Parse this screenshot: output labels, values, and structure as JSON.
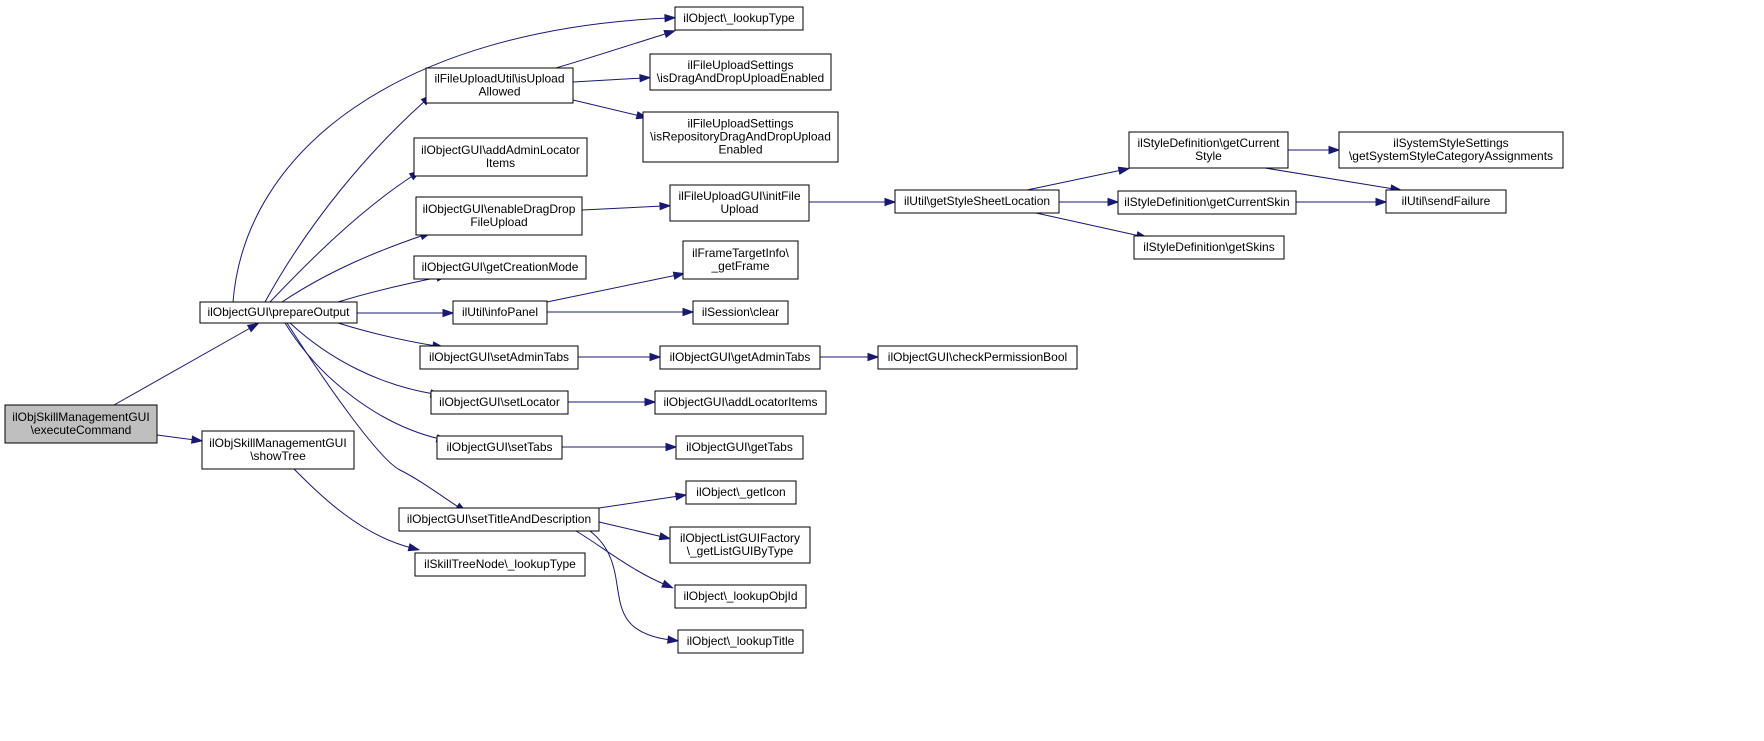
{
  "colors": {
    "edge": "#191970",
    "root_fill": "#bfbfbf",
    "node_fill": "#ffffff",
    "node_border": "#000000"
  },
  "nodes": [
    {
      "id": "n0",
      "lines": [
        "ilObjSkillManagementGUI",
        "\\executeCommand"
      ],
      "root": true
    },
    {
      "id": "n1",
      "lines": [
        "ilObjectGUI\\prepareOutput"
      ]
    },
    {
      "id": "n2",
      "lines": [
        "ilObjSkillManagementGUI",
        "\\showTree"
      ]
    },
    {
      "id": "n3",
      "lines": [
        "ilObject\\_lookupType"
      ]
    },
    {
      "id": "n4",
      "lines": [
        "ilFileUploadUtil\\isUpload",
        "Allowed"
      ]
    },
    {
      "id": "n5",
      "lines": [
        "ilObjectGUI\\addAdminLocator",
        "Items"
      ]
    },
    {
      "id": "n6",
      "lines": [
        "ilObjectGUI\\enableDragDrop",
        "FileUpload"
      ]
    },
    {
      "id": "n7",
      "lines": [
        "ilObjectGUI\\getCreationMode"
      ]
    },
    {
      "id": "n8",
      "lines": [
        "ilUtil\\infoPanel"
      ]
    },
    {
      "id": "n9",
      "lines": [
        "ilObjectGUI\\setAdminTabs"
      ]
    },
    {
      "id": "n10",
      "lines": [
        "ilObjectGUI\\setLocator"
      ]
    },
    {
      "id": "n11",
      "lines": [
        "ilObjectGUI\\setTabs"
      ]
    },
    {
      "id": "n12",
      "lines": [
        "ilObjectGUI\\setTitleAndDescription"
      ]
    },
    {
      "id": "n13",
      "lines": [
        "ilFileUploadSettings",
        "\\isDragAndDropUploadEnabled"
      ]
    },
    {
      "id": "n14",
      "lines": [
        "ilFileUploadSettings",
        "\\isRepositoryDragAndDropUpload",
        "Enabled"
      ]
    },
    {
      "id": "n15",
      "lines": [
        "ilFileUploadGUI\\initFile",
        "Upload"
      ]
    },
    {
      "id": "n16",
      "lines": [
        "ilFrameTargetInfo\\",
        "_getFrame"
      ]
    },
    {
      "id": "n17",
      "lines": [
        "ilSession\\clear"
      ]
    },
    {
      "id": "n18",
      "lines": [
        "ilObjectGUI\\getAdminTabs"
      ]
    },
    {
      "id": "n19",
      "lines": [
        "ilObjectGUI\\addLocatorItems"
      ]
    },
    {
      "id": "n20",
      "lines": [
        "ilObjectGUI\\getTabs"
      ]
    },
    {
      "id": "n21",
      "lines": [
        "ilObject\\_getIcon"
      ]
    },
    {
      "id": "n22",
      "lines": [
        "ilObjectListGUIFactory",
        "\\_getListGUIByType"
      ]
    },
    {
      "id": "n23",
      "lines": [
        "ilObject\\_lookupObjId"
      ]
    },
    {
      "id": "n24",
      "lines": [
        "ilObject\\_lookupTitle"
      ]
    },
    {
      "id": "n25",
      "lines": [
        "ilSkillTreeNode\\_lookupType"
      ]
    },
    {
      "id": "n26",
      "lines": [
        "ilUtil\\getStyleSheetLocation"
      ]
    },
    {
      "id": "n27",
      "lines": [
        "ilObjectGUI\\checkPermissionBool"
      ]
    },
    {
      "id": "n28",
      "lines": [
        "ilStyleDefinition\\getCurrent",
        "Style"
      ]
    },
    {
      "id": "n29",
      "lines": [
        "ilStyleDefinition\\getCurrentSkin"
      ]
    },
    {
      "id": "n30",
      "lines": [
        "ilStyleDefinition\\getSkins"
      ]
    },
    {
      "id": "n31",
      "lines": [
        "ilSystemStyleSettings",
        "\\getSystemStyleCategoryAssignments"
      ]
    },
    {
      "id": "n32",
      "lines": [
        "ilUtil\\sendFailure"
      ]
    }
  ],
  "edges": [
    {
      "from": "n0",
      "to": "n1"
    },
    {
      "from": "n0",
      "to": "n2"
    },
    {
      "from": "n1",
      "to": "n3"
    },
    {
      "from": "n1",
      "to": "n4"
    },
    {
      "from": "n1",
      "to": "n5"
    },
    {
      "from": "n1",
      "to": "n6"
    },
    {
      "from": "n1",
      "to": "n7"
    },
    {
      "from": "n1",
      "to": "n8"
    },
    {
      "from": "n1",
      "to": "n9"
    },
    {
      "from": "n1",
      "to": "n10"
    },
    {
      "from": "n1",
      "to": "n11"
    },
    {
      "from": "n1",
      "to": "n12"
    },
    {
      "from": "n2",
      "to": "n25"
    },
    {
      "from": "n4",
      "to": "n3"
    },
    {
      "from": "n4",
      "to": "n13"
    },
    {
      "from": "n4",
      "to": "n14"
    },
    {
      "from": "n6",
      "to": "n15"
    },
    {
      "from": "n15",
      "to": "n26"
    },
    {
      "from": "n26",
      "to": "n28"
    },
    {
      "from": "n26",
      "to": "n29"
    },
    {
      "from": "n26",
      "to": "n30"
    },
    {
      "from": "n28",
      "to": "n31"
    },
    {
      "from": "n28",
      "to": "n32"
    },
    {
      "from": "n29",
      "to": "n32"
    },
    {
      "from": "n8",
      "to": "n16"
    },
    {
      "from": "n8",
      "to": "n17"
    },
    {
      "from": "n9",
      "to": "n18"
    },
    {
      "from": "n18",
      "to": "n27"
    },
    {
      "from": "n10",
      "to": "n19"
    },
    {
      "from": "n11",
      "to": "n20"
    },
    {
      "from": "n12",
      "to": "n21"
    },
    {
      "from": "n12",
      "to": "n22"
    },
    {
      "from": "n12",
      "to": "n23"
    },
    {
      "from": "n12",
      "to": "n24"
    }
  ]
}
